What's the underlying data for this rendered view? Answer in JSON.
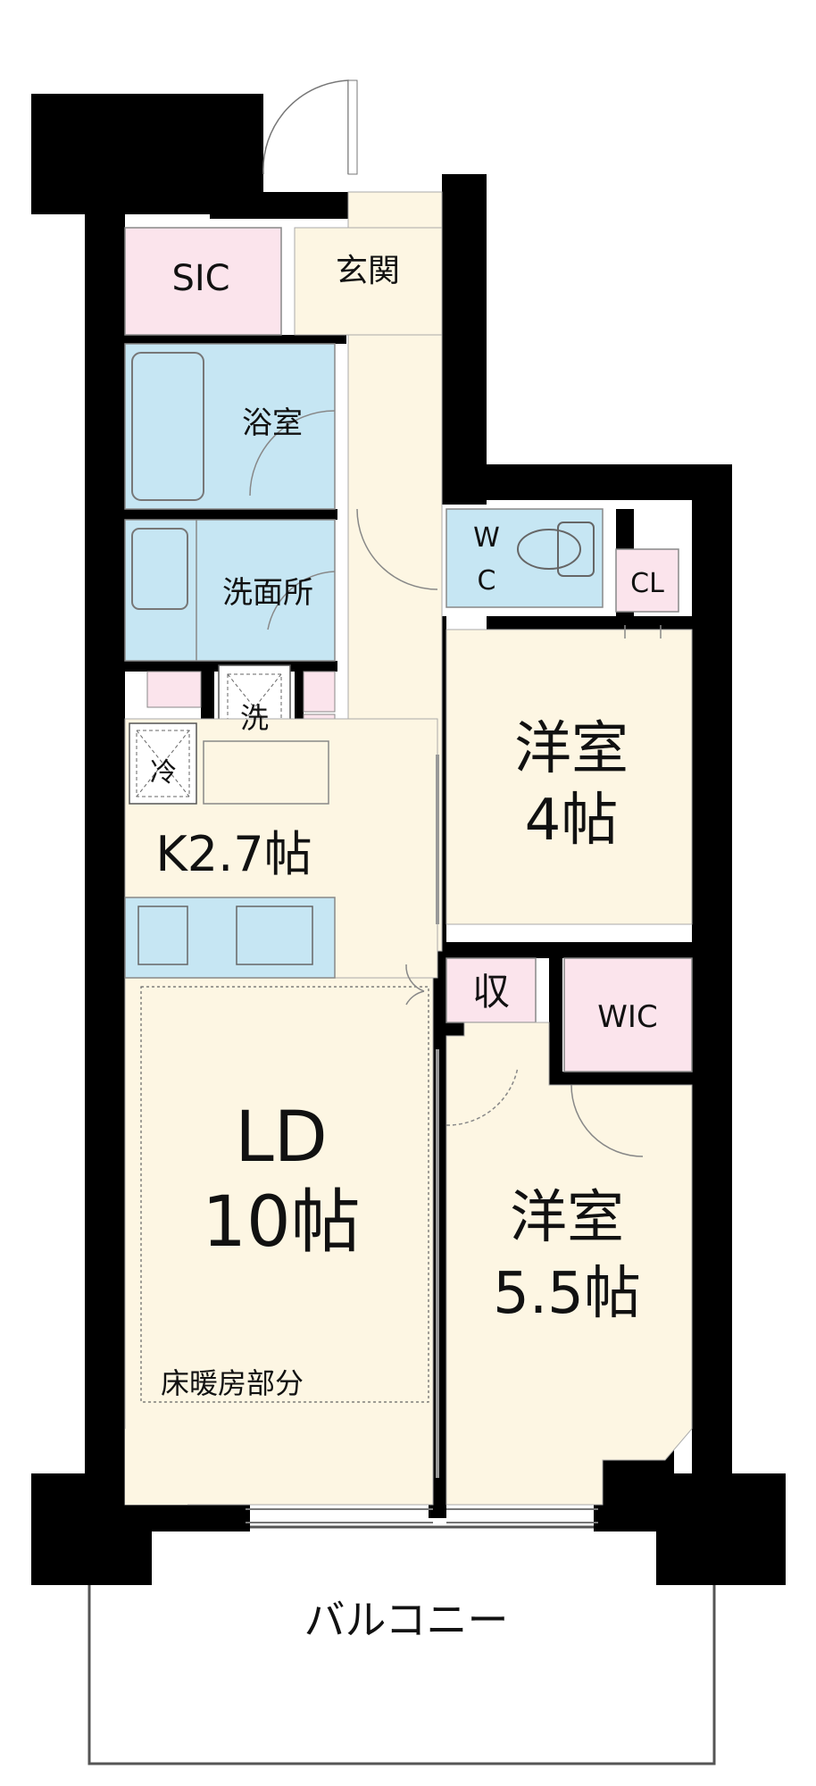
{
  "rooms": {
    "sic": "SIC",
    "entrance": "玄関",
    "bathroom": "浴室",
    "washroom": "洗面所",
    "washer": "洗",
    "fridge": "冷",
    "wc_w": "W",
    "wc_c": "C",
    "closet": "CL",
    "western1_name": "洋室",
    "western1_size": "4帖",
    "kitchen": "K2.7帖",
    "storage": "収",
    "wic": "WIC",
    "ld_name": "LD",
    "ld_size": "10帖",
    "western2_name": "洋室",
    "western2_size": "5.5帖",
    "floor_heating": "床暖房部分",
    "balcony": "バルコニー"
  },
  "colors": {
    "wall": "#000000",
    "floor": "#fdf6e3",
    "wet_area": "#c6e6f3",
    "storage": "#fbe4ec",
    "balcony": "#ffffff"
  }
}
